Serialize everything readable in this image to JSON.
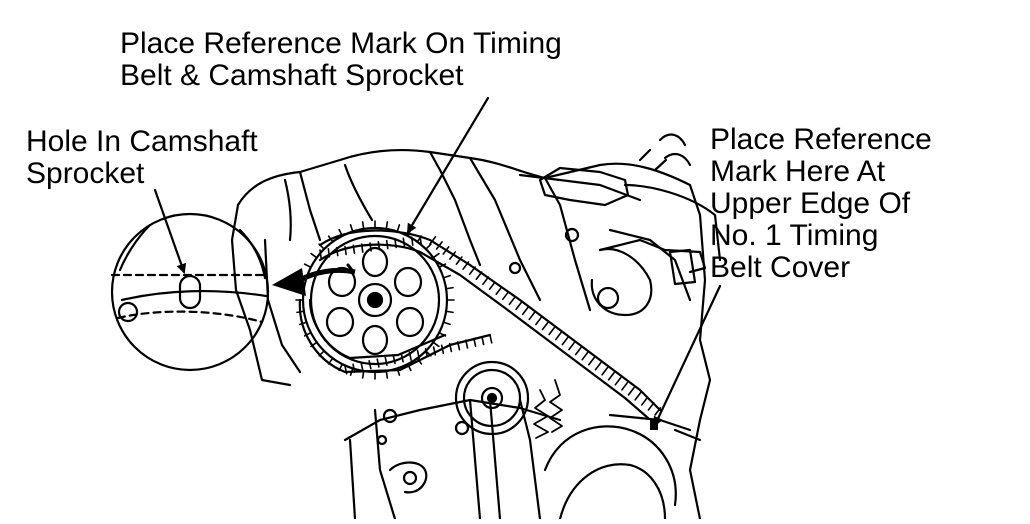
{
  "labels": {
    "sprocket_mark": [
      "Place Reference Mark On Timing",
      "Belt & Camshaft Sprocket"
    ],
    "hole": [
      "Hole In Camshaft",
      "Sprocket"
    ],
    "cover_mark": [
      "Place Reference",
      "Mark Here At",
      "Upper Edge Of",
      "No. 1 Timing",
      "Belt Cover"
    ]
  }
}
